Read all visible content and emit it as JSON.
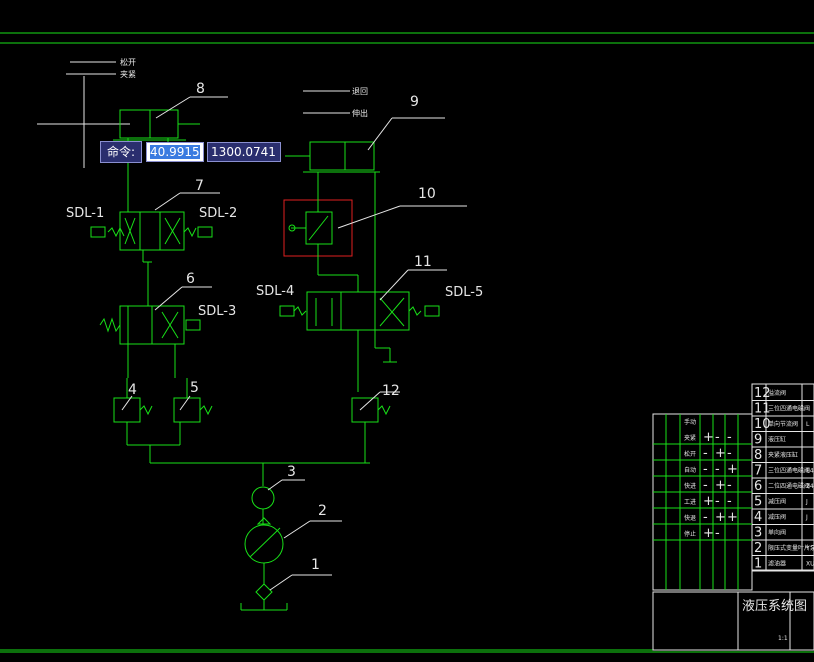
{
  "legend_top_left": {
    "release": "松开",
    "clamp": "夹紧"
  },
  "legend_top_right": {
    "retract": "退回",
    "extend": "伸出"
  },
  "component_numbers": [
    "1",
    "2",
    "3",
    "4",
    "5",
    "6",
    "7",
    "8",
    "9",
    "10",
    "11",
    "12"
  ],
  "solenoids": {
    "sdl1": "SDL-1",
    "sdl2": "SDL-2",
    "sdl3": "SDL-3",
    "sdl4": "SDL-4",
    "sdl5": "SDL-5"
  },
  "command": {
    "label": "命令:",
    "x_value": "40.9915",
    "y_value": "1300.0741"
  },
  "table": {
    "parts": [
      {
        "no": "12",
        "name": "溢流阀",
        "model": ""
      },
      {
        "no": "11",
        "name": "三位四通电磁阀",
        "model": ""
      },
      {
        "no": "10",
        "name": "单向节流阀",
        "model": "L"
      },
      {
        "no": "9",
        "name": "液压缸",
        "model": ""
      },
      {
        "no": "8",
        "name": "夹紧液压缸",
        "model": ""
      },
      {
        "no": "7",
        "name": "三位四通电磁阀",
        "model": "E4"
      },
      {
        "no": "6",
        "name": "二位四通电磁阀",
        "model": "24"
      },
      {
        "no": "5",
        "name": "减压阀",
        "model": "J"
      },
      {
        "no": "4",
        "name": "减压阀",
        "model": "J"
      },
      {
        "no": "3",
        "name": "单向阀",
        "model": ""
      },
      {
        "no": "2",
        "name": "限压式变量叶片泵",
        "model": "Y"
      },
      {
        "no": "1",
        "name": "滤油器",
        "model": "XU"
      }
    ],
    "left_col": [
      "手动",
      "夹紧",
      "松开",
      "自动",
      "快进",
      "工进",
      "快退",
      "停止"
    ],
    "row_signs": [
      [
        "+",
        "-",
        "-"
      ],
      [
        "-",
        "+",
        "-"
      ],
      [
        "-",
        "-",
        "+"
      ],
      [
        "-",
        "+",
        "-"
      ],
      [
        "+",
        "-",
        "-"
      ],
      [
        "-",
        "+",
        "+"
      ],
      [
        "+",
        "-",
        ""
      ]
    ],
    "title": "液压系统图",
    "scale": "1:1"
  }
}
